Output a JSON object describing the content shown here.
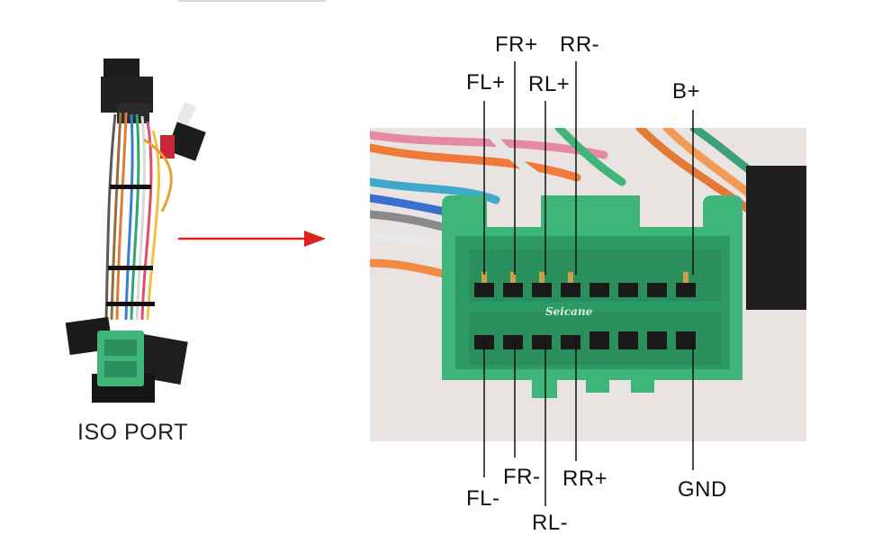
{
  "left_caption": "ISO PORT",
  "brand_text": "Seicane",
  "pins_top": [
    {
      "id": "fl-plus",
      "label": "FL+"
    },
    {
      "id": "fr-plus",
      "label": "FR+"
    },
    {
      "id": "rl-plus",
      "label": "RL+"
    },
    {
      "id": "rr-minus",
      "label": "RR-"
    },
    {
      "id": "b-plus",
      "label": "B+"
    }
  ],
  "pins_bottom": [
    {
      "id": "fl-minus",
      "label": "FL-"
    },
    {
      "id": "fr-minus",
      "label": "FR-"
    },
    {
      "id": "rl-minus",
      "label": "RL-"
    },
    {
      "id": "rr-plus",
      "label": "RR+"
    },
    {
      "id": "gnd",
      "label": "GND"
    }
  ],
  "colors": {
    "connector_green": "#3fb57a",
    "connector_green_dark": "#2a8f5c",
    "arrow_red": "#e0201b",
    "pin_dark": "#1a1a1a"
  }
}
